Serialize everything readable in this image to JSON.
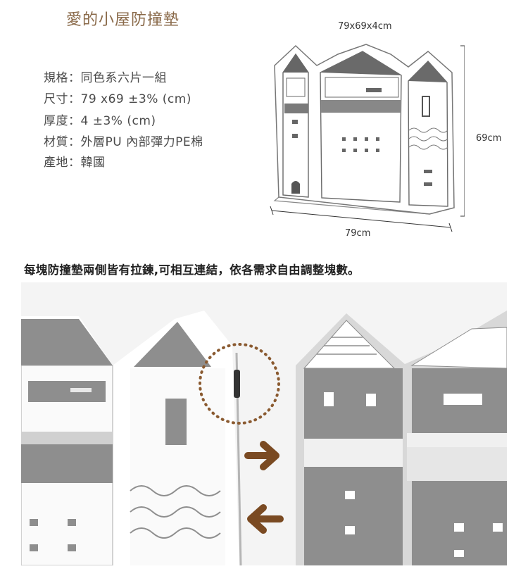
{
  "title": "愛的小屋防撞墊",
  "specs": [
    {
      "label": "規格",
      "value": "同色系六片一組"
    },
    {
      "label": "尺寸",
      "value": "79 x69 ±3% (cm)"
    },
    {
      "label": "厚度",
      "value": "4 ±3% (cm)"
    },
    {
      "label": "材質",
      "value": "外層PU 內部彈力PE棉"
    },
    {
      "label": "產地",
      "value": "韓國"
    }
  ],
  "separator": "：",
  "dimensions": {
    "top": "79x69x4cm",
    "right": "69cm",
    "bottom": "79cm"
  },
  "caption": "每塊防撞墊兩側皆有拉鍊,可相互連結，依各需求自由調整塊數。",
  "colors": {
    "title": "#8a6a4a",
    "arrow": "#7a4a22",
    "zipper_circle": "#8a5a30",
    "panel_gray": "#8e8e8e"
  }
}
